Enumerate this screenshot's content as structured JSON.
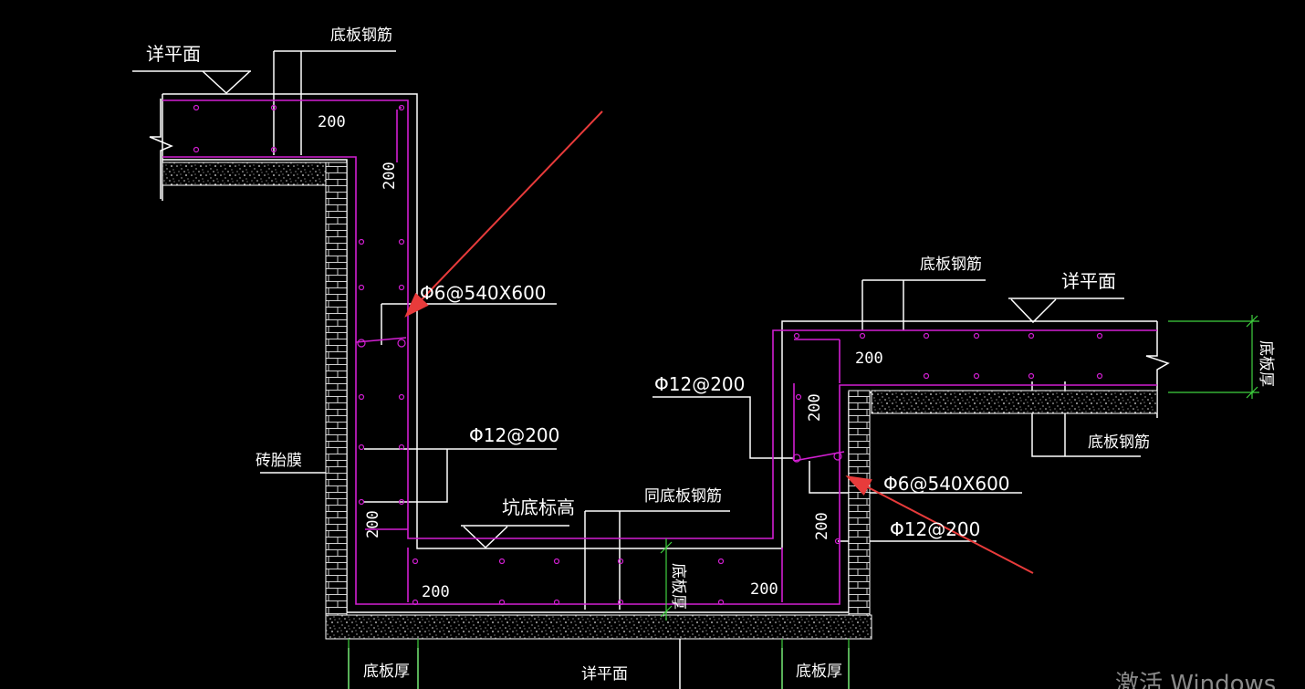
{
  "drawing": {
    "labels": {
      "detail_plane_left": "详平面",
      "detail_plane_right": "详平面",
      "detail_plane_bottom": "详平面",
      "slab_rebar_top_left": "底板钢筋",
      "slab_rebar_top_right": "底板钢筋",
      "slab_rebar_right_lower": "底板钢筋",
      "same_slab_rebar": "同底板钢筋",
      "pit_bottom_elevation": "坑底标高",
      "brick_formwork": "砖胎膜",
      "slab_thickness_bottom_left": "底板厚",
      "slab_thickness_bottom_right": "底板厚",
      "slab_thickness_vertical_mid": "底板厚",
      "slab_thickness_vertical_right": "底板厚"
    },
    "rebar": {
      "left_tie": "Φ6@540X600",
      "left_bar": "Φ12@200",
      "right_bar_upper": "Φ12@200",
      "right_tie": "Φ6@540X600",
      "right_bar_lower": "Φ12@200"
    },
    "dimensions": {
      "d1": "200",
      "d2": "200",
      "d3": "200",
      "d4": "200",
      "d5": "200",
      "d6": "200",
      "d7": "200",
      "d8": "200"
    },
    "colors": {
      "background": "#000000",
      "outline": "#ffffff",
      "rebar": "#d21fd2",
      "dimension": "#3fd13f",
      "arrow": "#e83b3b"
    }
  },
  "watermark": "激活 Windows"
}
